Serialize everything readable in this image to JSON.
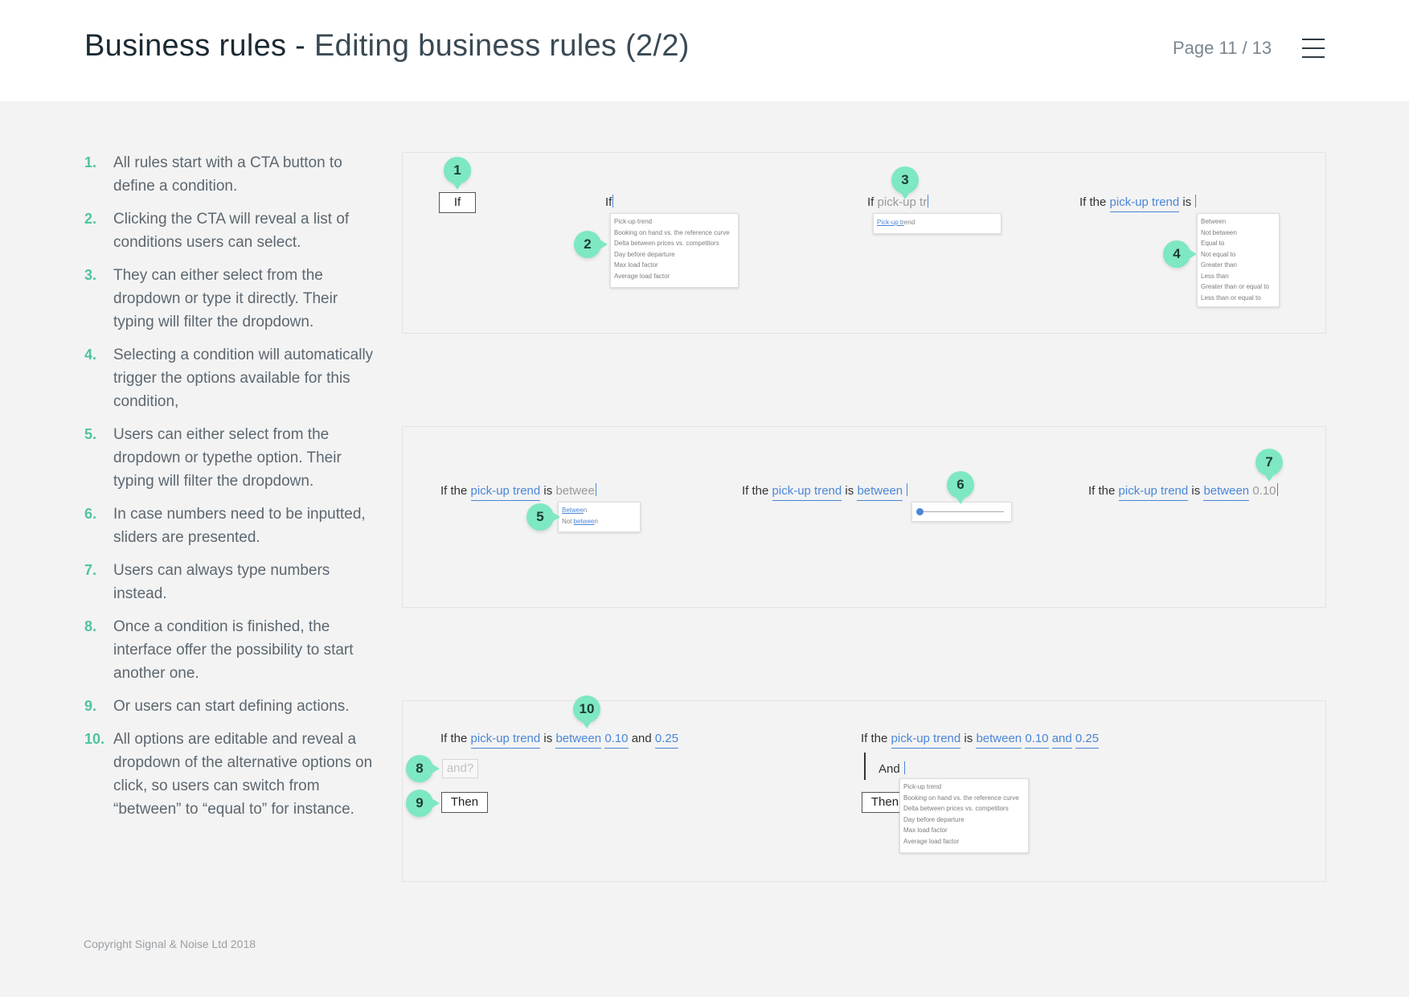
{
  "header": {
    "title_main": "Business rules - ",
    "title_sub": "Editing business rules (2/2)",
    "page": "Page 11 / 13",
    "menu_icon": "hamburger-menu-icon"
  },
  "steps": [
    {
      "num": "1.",
      "text": "All rules start with a CTA button to define a condition."
    },
    {
      "num": "2.",
      "text": "Clicking the CTA will reveal a list of conditions users can select."
    },
    {
      "num": "3.",
      "text": "They can either select from the dropdown or type it directly. Their typing will filter the dropdown."
    },
    {
      "num": "4.",
      "text": "Selecting a condition will automatically trigger the options available for this condition,"
    },
    {
      "num": "5.",
      "text": "Users can either select from the dropdown or typethe option. Their typing will filter the dropdown."
    },
    {
      "num": "6.",
      "text": "In case numbers need to be inputted, sliders are presented."
    },
    {
      "num": "7.",
      "text": "Users can always type numbers instead."
    },
    {
      "num": "8.",
      "text": "Once a condition is finished, the interface offer the possibility to start another one."
    },
    {
      "num": "9.",
      "text": "Or users can start defining actions."
    },
    {
      "num": "10.",
      "text": "All options are editable and reveal a dropdown of the alternative options on click, so users can switch from “between” to “equal to” for instance."
    }
  ],
  "markers": [
    "1",
    "2",
    "3",
    "4",
    "5",
    "6",
    "7",
    "8",
    "9",
    "10"
  ],
  "rule": {
    "if": "If",
    "if_the": "If the",
    "condition": "pick-up trend",
    "is": "is",
    "between": "between",
    "typed_condition_prefix": "pick-up ",
    "typed_condition_partial": "tr",
    "typed_option": "betwee",
    "typed_number": "0.10",
    "low": "0.10",
    "high": "0.25",
    "and": "and",
    "and_cap": "And",
    "and_prompt": "and?",
    "then": "Then",
    "if_button": "If"
  },
  "conditions_list": [
    "Pick-up trend",
    "Booking on hand vs. the reference curve",
    "Delta between prices vs. competitors",
    "Day before departure",
    "Max load factor",
    "Average load factor"
  ],
  "filtered_condition": {
    "match": "Pick-up tr",
    "rest": "end"
  },
  "options_list": [
    "Between",
    "Not between",
    "Equal to",
    "Not equal to",
    "Greater than",
    "Less than",
    "Greater than or equal to",
    "Less than or equal to"
  ],
  "filtered_options": [
    {
      "prefix": "",
      "match": "Betwee",
      "rest": "n"
    },
    {
      "prefix": "Not ",
      "match": "betwee",
      "rest": "n"
    }
  ],
  "slider": {
    "value": 0.0
  },
  "footer": {
    "copyright": "Copyright Signal & Noise Ltd 2018"
  }
}
